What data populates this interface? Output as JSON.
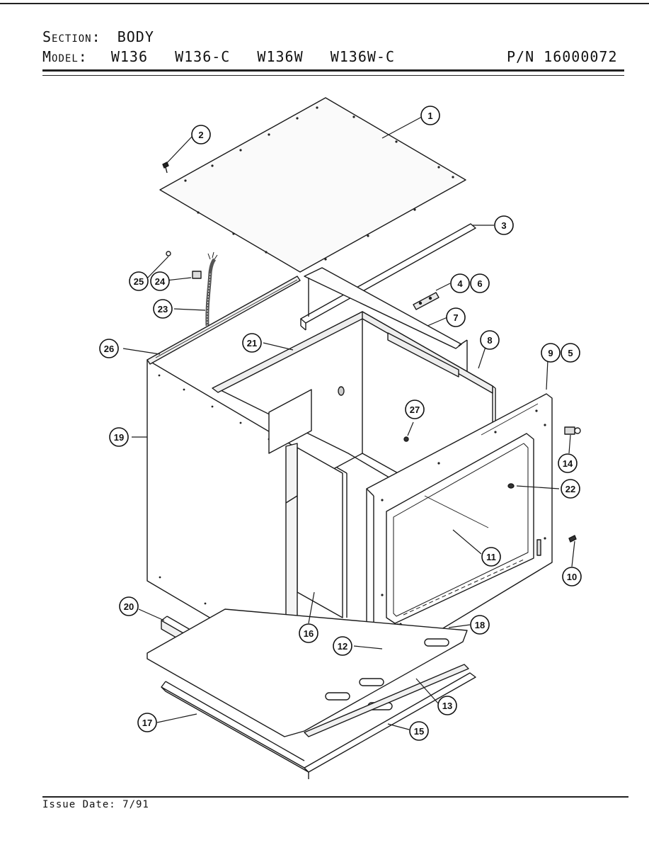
{
  "header": {
    "section_label": "Section:",
    "section_value": "BODY",
    "model_label": "Model:",
    "models": "W136  W136-C  W136W  W136W-C",
    "part_number": "P/N 16000072"
  },
  "callouts": [
    "1",
    "2",
    "3",
    "4",
    "6",
    "7",
    "8",
    "9",
    "5",
    "25",
    "24",
    "23",
    "26",
    "21",
    "27",
    "19",
    "14",
    "22",
    "11",
    "10",
    "20",
    "16",
    "12",
    "18",
    "13",
    "17",
    "15"
  ],
  "footer": {
    "issue_date": "Issue Date: 7/91"
  }
}
